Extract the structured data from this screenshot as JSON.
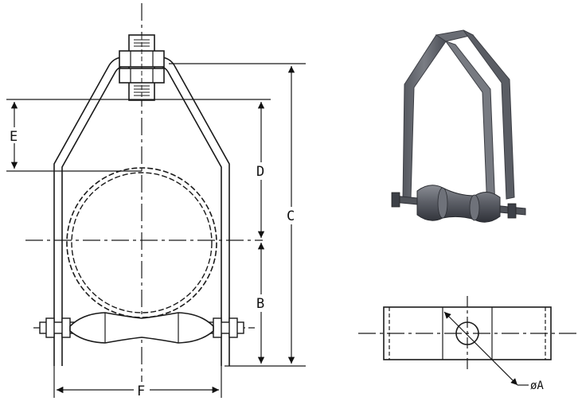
{
  "labels": {
    "e": "E",
    "d": "D",
    "c": "C",
    "b": "B",
    "f": "F",
    "diameter_a": "øA"
  },
  "colors": {
    "line": "#1a1a1a",
    "hanger_dark": "#4a4d55",
    "hanger_mid": "#6b6e76",
    "hanger_light": "#9a9da4"
  }
}
